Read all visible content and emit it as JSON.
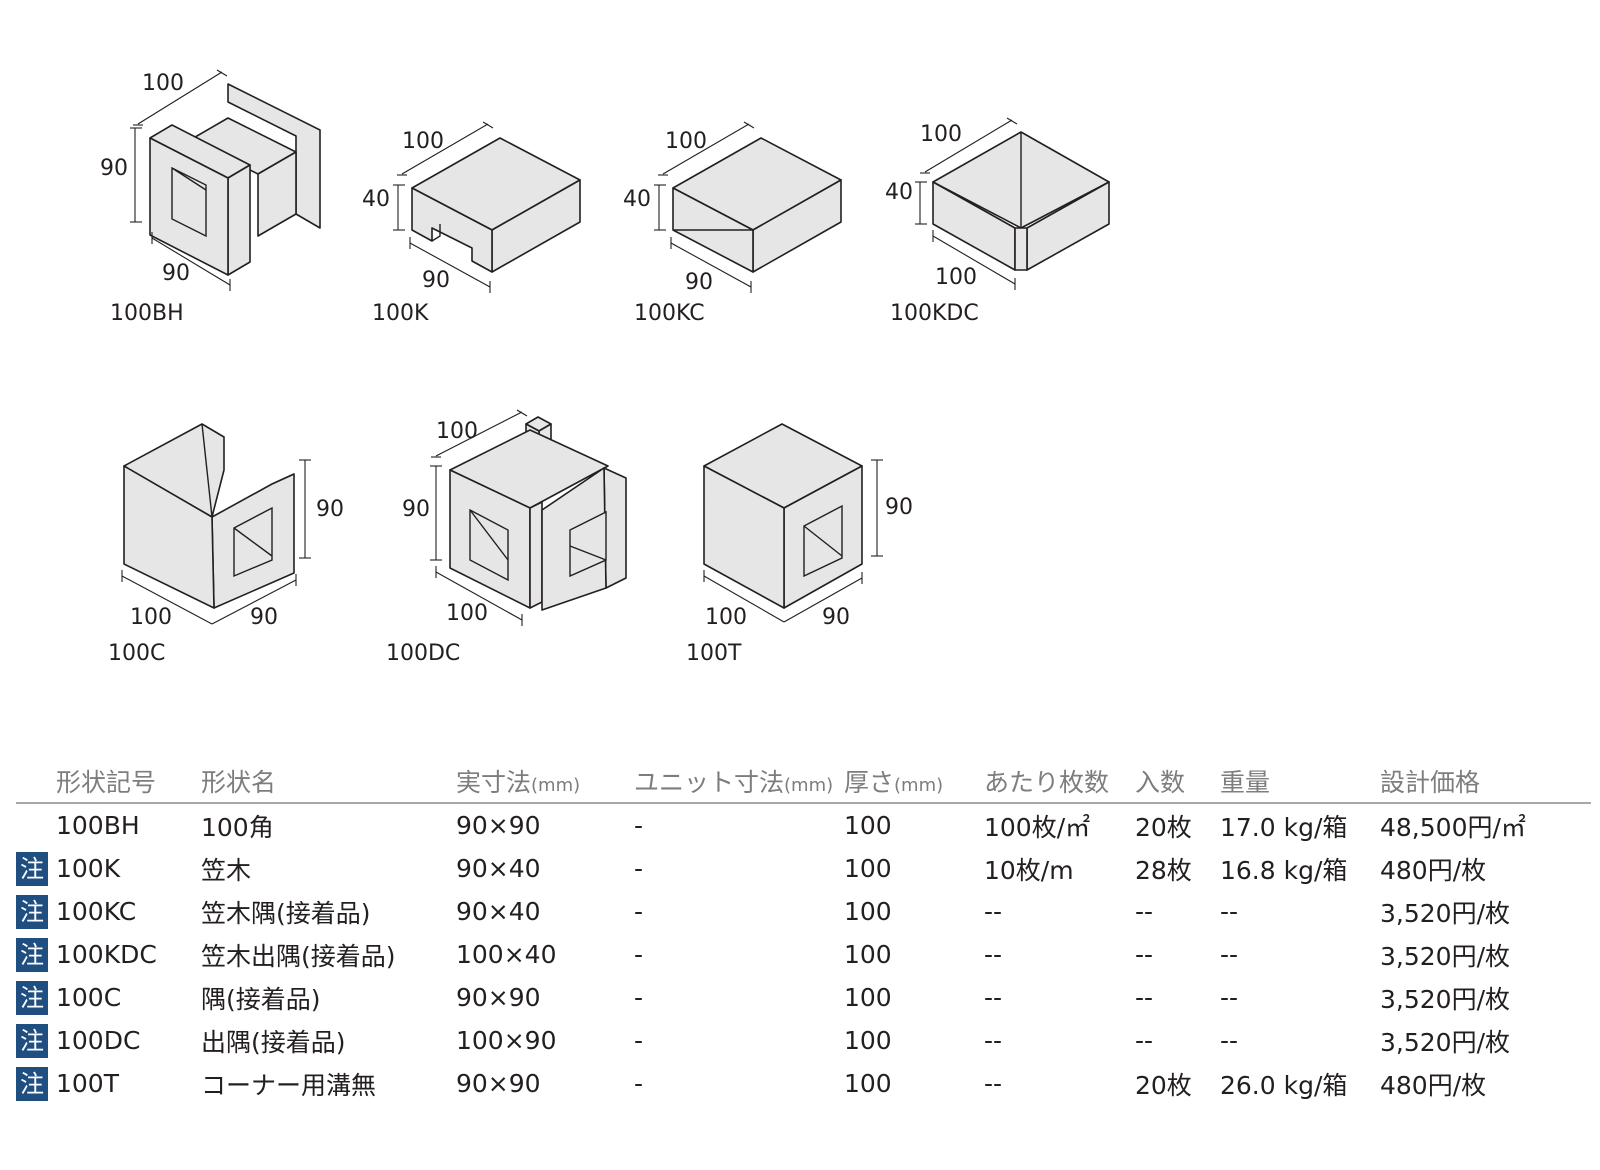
{
  "figures": [
    {
      "code": "100BH",
      "dims": [
        "100",
        "90",
        "90"
      ]
    },
    {
      "code": "100K",
      "dims": [
        "100",
        "40",
        "90"
      ]
    },
    {
      "code": "100KC",
      "dims": [
        "100",
        "40",
        "90"
      ]
    },
    {
      "code": "100KDC",
      "dims": [
        "100",
        "40",
        "100"
      ]
    },
    {
      "code": "100C",
      "dims": [
        "90",
        "100",
        "90"
      ]
    },
    {
      "code": "100DC",
      "dims": [
        "100",
        "90",
        "100"
      ]
    },
    {
      "code": "100T",
      "dims": [
        "90",
        "100",
        "90"
      ]
    }
  ],
  "table": {
    "headers": [
      {
        "label": "形状記号",
        "unit": ""
      },
      {
        "label": "形状名",
        "unit": ""
      },
      {
        "label": "実寸法",
        "unit": "(mm)"
      },
      {
        "label": "ユニット寸法",
        "unit": "(mm)"
      },
      {
        "label": "厚さ",
        "unit": "(mm)"
      },
      {
        "label": "あたり枚数",
        "unit": ""
      },
      {
        "label": "入数",
        "unit": ""
      },
      {
        "label": "重量",
        "unit": ""
      },
      {
        "label": "設計価格",
        "unit": ""
      }
    ],
    "note_label": "注",
    "rows": [
      {
        "note": "",
        "code": "100BH",
        "name": "100角",
        "size": "90×90",
        "unit_size": "-",
        "thickness": "100",
        "per": "100枚/㎡",
        "qty": "20枚",
        "weight": "17.0 kg/箱",
        "price": "48,500円/㎡"
      },
      {
        "note": "注",
        "code": "100K",
        "name": "笠木",
        "size": "90×40",
        "unit_size": "-",
        "thickness": "100",
        "per": "10枚/m",
        "qty": "28枚",
        "weight": "16.8 kg/箱",
        "price": "480円/枚"
      },
      {
        "note": "注",
        "code": "100KC",
        "name": "笠木隅(接着品)",
        "size": "90×40",
        "unit_size": "-",
        "thickness": "100",
        "per": "--",
        "qty": "--",
        "weight": "--",
        "price": "3,520円/枚"
      },
      {
        "note": "注",
        "code": "100KDC",
        "name": "笠木出隅(接着品)",
        "size": "100×40",
        "unit_size": "-",
        "thickness": "100",
        "per": "--",
        "qty": "--",
        "weight": "--",
        "price": "3,520円/枚"
      },
      {
        "note": "注",
        "code": "100C",
        "name": "隅(接着品)",
        "size": "90×90",
        "unit_size": "-",
        "thickness": "100",
        "per": "--",
        "qty": "--",
        "weight": "--",
        "price": "3,520円/枚"
      },
      {
        "note": "注",
        "code": "100DC",
        "name": "出隅(接着品)",
        "size": "100×90",
        "unit_size": "-",
        "thickness": "100",
        "per": "--",
        "qty": "--",
        "weight": "--",
        "price": "3,520円/枚"
      },
      {
        "note": "注",
        "code": "100T",
        "name": "コーナー用溝無",
        "size": "90×90",
        "unit_size": "-",
        "thickness": "100",
        "per": "--",
        "qty": "20枚",
        "weight": "26.0 kg/箱",
        "price": "480円/枚"
      }
    ]
  }
}
